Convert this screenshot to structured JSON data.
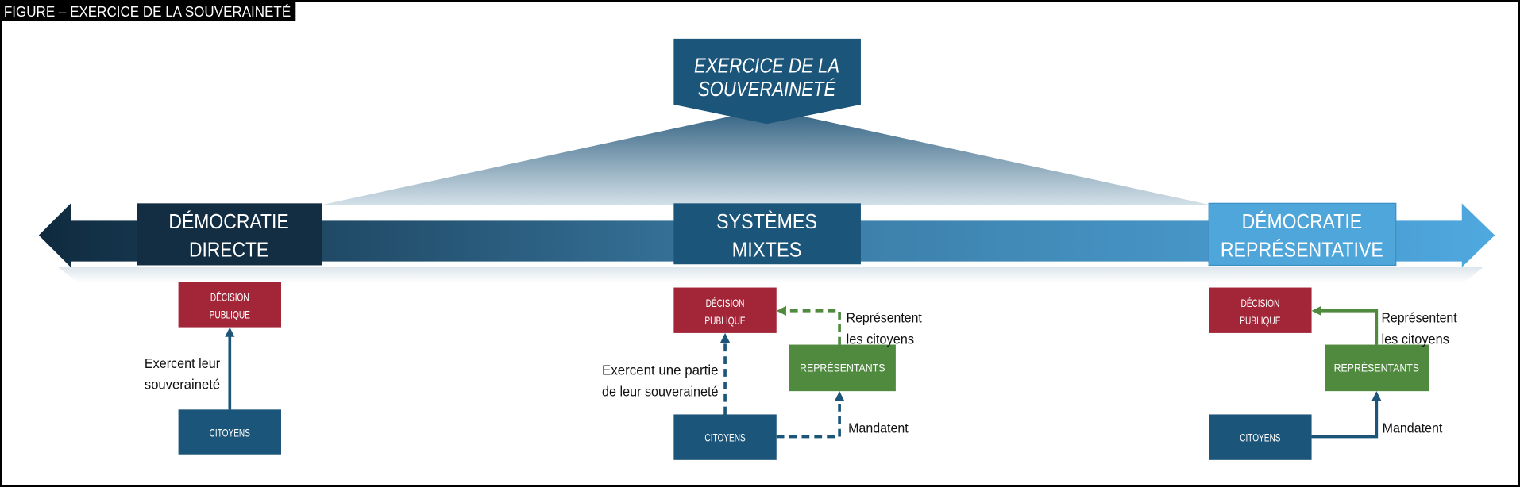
{
  "figure_title": "FIGURE – EXERCICE DE LA SOUVERAINETÉ",
  "top_box": {
    "line1": "EXERCICE DE LA",
    "line2": "SOUVERAINETÉ"
  },
  "spectrum": {
    "left": {
      "line1": "DÉMOCRATIE",
      "line2": "DIRECTE"
    },
    "middle": {
      "line1": "SYSTÈMES",
      "line2": "MIXTES"
    },
    "right": {
      "line1": "DÉMOCRATIE",
      "line2": "REPRÉSENTATIVE"
    }
  },
  "nodes": {
    "decision": {
      "line1": "DÉCISION",
      "line2": "PUBLIQUE"
    },
    "citoyens": "CITOYENS",
    "representants": "REPRÉSENTANTS"
  },
  "labels": {
    "direct_1": "Exercent leur",
    "direct_2": "souveraineté",
    "mixed_1": "Exercent une partie",
    "mixed_2": "de leur souveraineté",
    "represent_1": "Représentent",
    "represent_2": "les citoyens",
    "mandate": "Mandatent"
  },
  "colors": {
    "dark_navy": "#132d42",
    "mid_blue": "#1c557a",
    "light_blue": "#4fa6db",
    "decision_red": "#a32638",
    "representants_green": "#4f8a3f"
  }
}
